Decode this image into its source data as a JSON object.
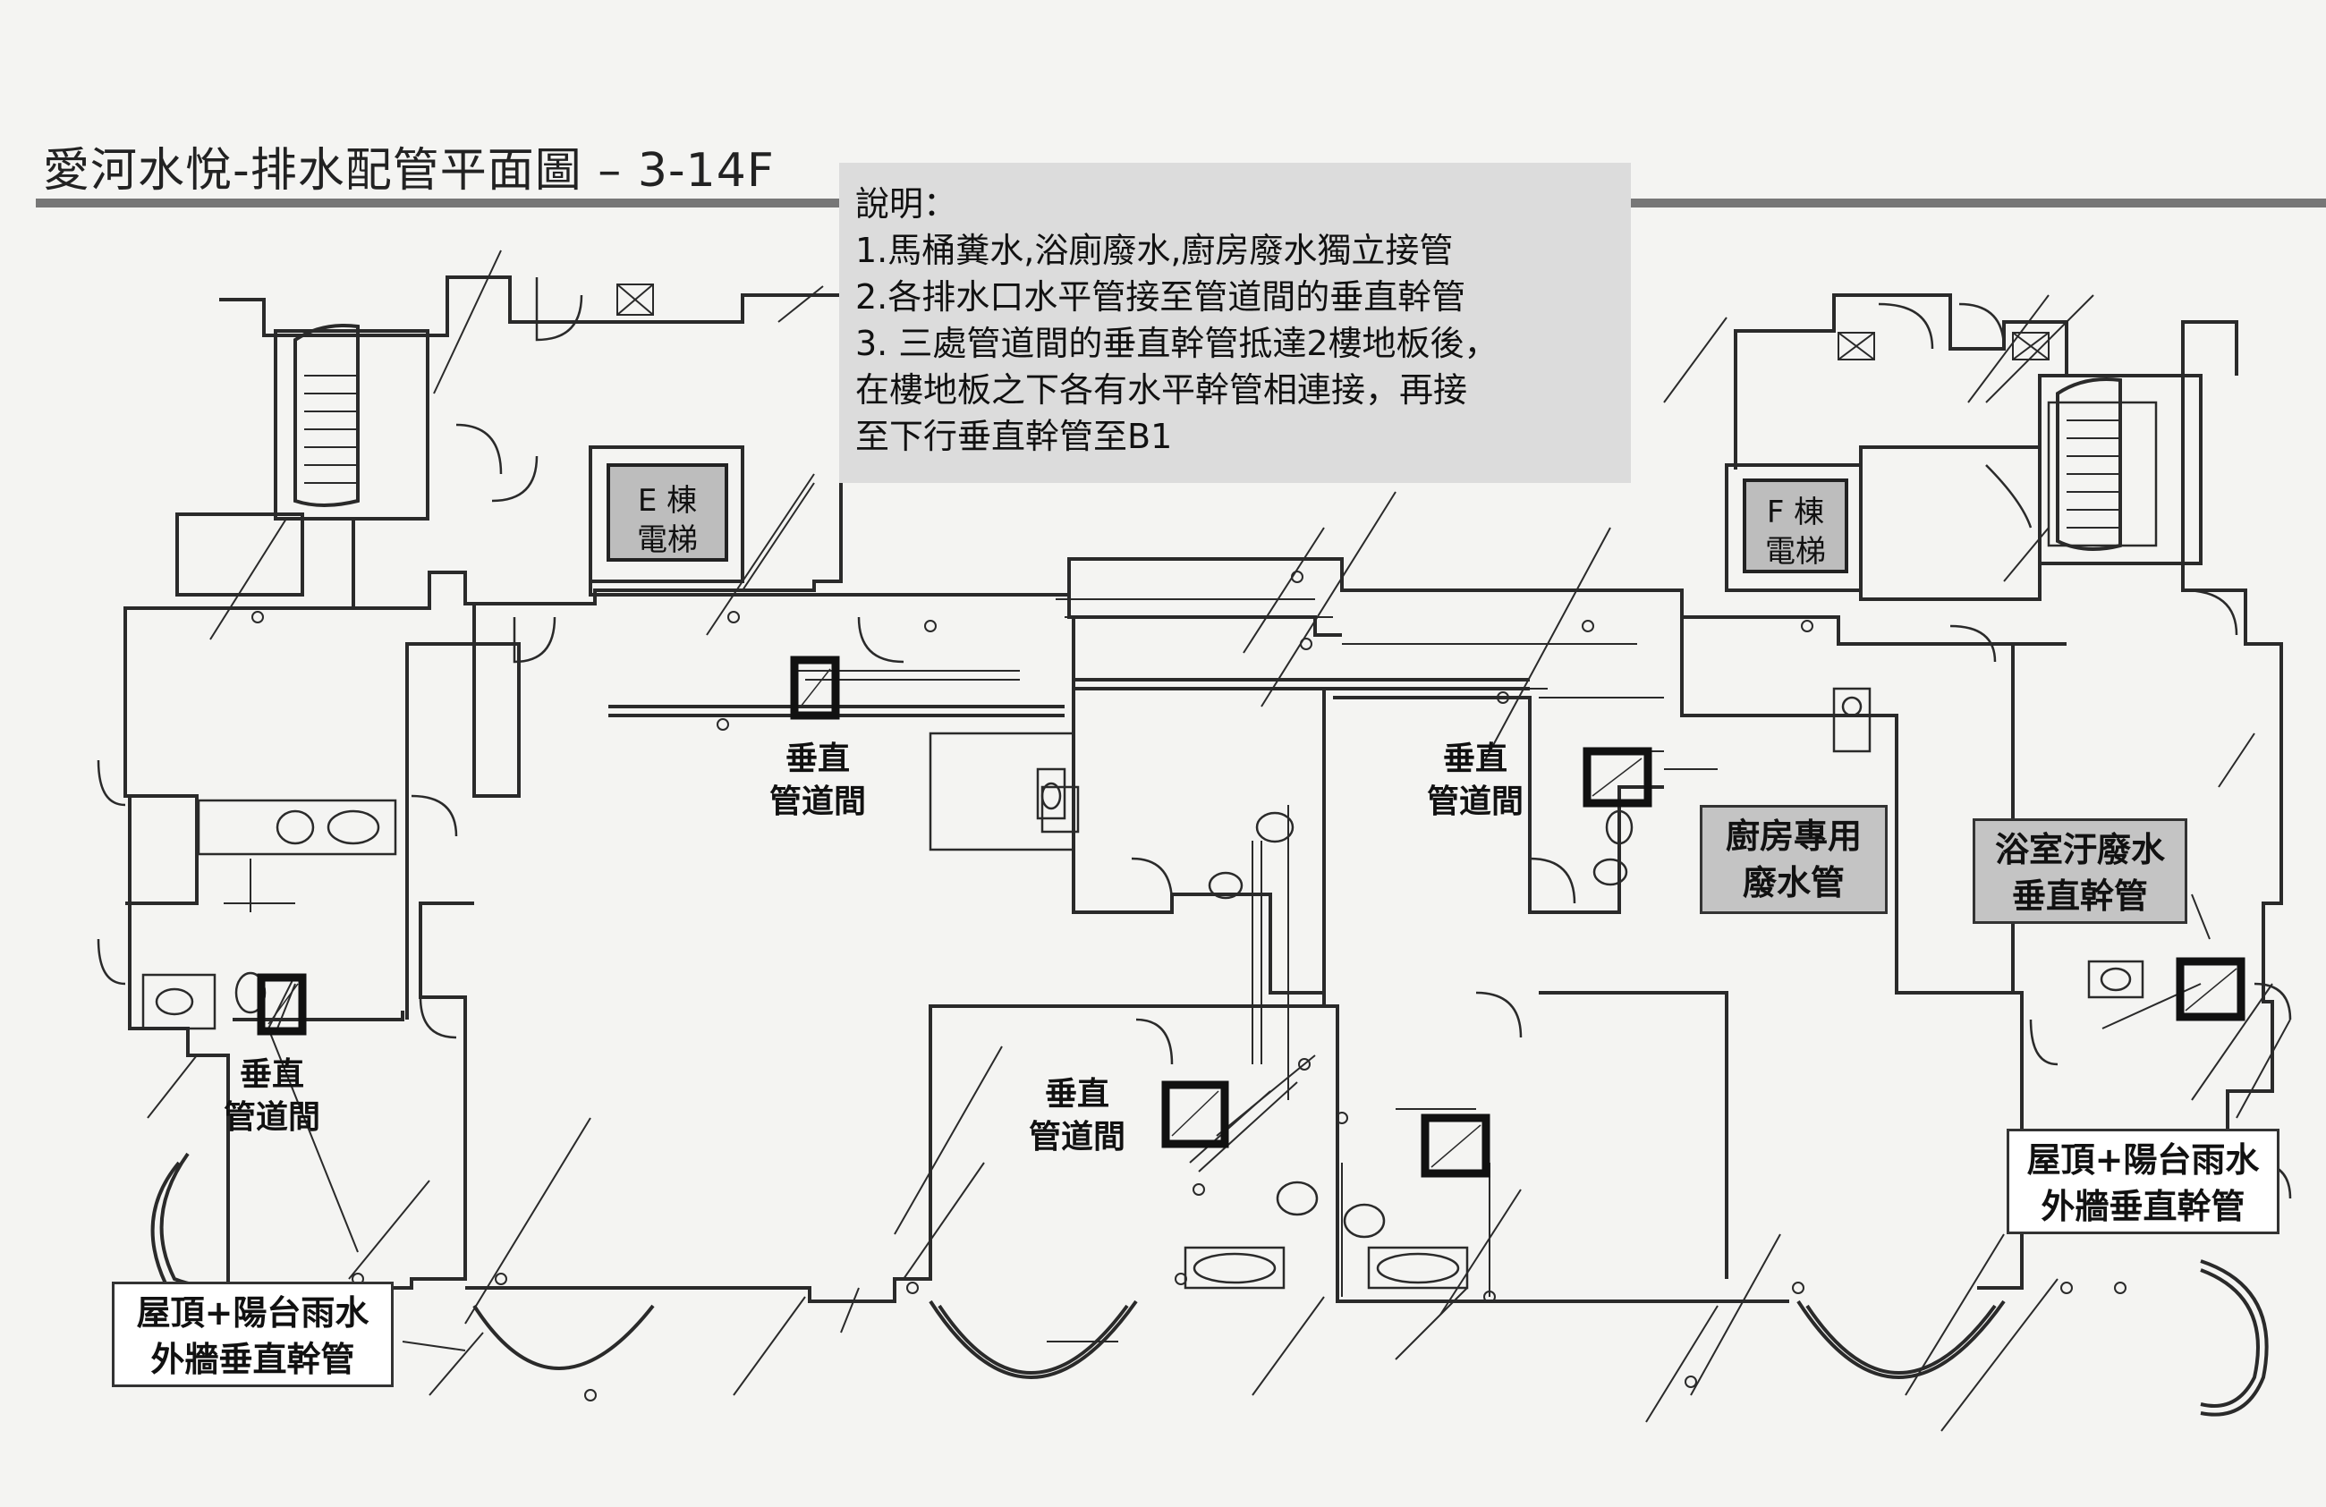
{
  "title": "愛河水悅-排水配管平面圖 – 3-14F",
  "notes": {
    "heading": "說明：",
    "lines": [
      "1.馬桶糞水,浴廁廢水,廚房廢水獨立接管",
      "2.各排水口水平管接至管道間的垂直幹管",
      "3. 三處管道間的垂直幹管抵達2樓地板後，",
      "在樓地板之下各有水平幹管相連接，再接",
      "至下行垂直幹管至B1"
    ]
  },
  "elevators": {
    "e": {
      "line1": "E 棟",
      "line2": "電梯"
    },
    "f": {
      "line1": "F 棟",
      "line2": "電梯"
    }
  },
  "shaft_labels": {
    "s1": {
      "line1": "垂直",
      "line2": "管道間"
    },
    "s2": {
      "line1": "垂直",
      "line2": "管道間"
    },
    "s3": {
      "line1": "垂直",
      "line2": "管道間"
    },
    "s4": {
      "line1": "垂直",
      "line2": "管道間"
    }
  },
  "callouts": {
    "kitchen": {
      "line1": "廚房專用",
      "line2": "廢水管"
    },
    "bathroom": {
      "line1": "浴室汙廢水",
      "line2": "垂直幹管"
    },
    "roof_left": {
      "line1": "屋頂+陽台雨水",
      "line2": "外牆垂直幹管"
    },
    "roof_right": {
      "line1": "屋頂+陽台雨水",
      "line2": "外牆垂直幹管"
    }
  },
  "colors": {
    "line": "#2a2a2a",
    "paper": "#f4f4f2",
    "notes_bg": "#dcdcdc",
    "callout_grey": "#c4c4c4"
  }
}
